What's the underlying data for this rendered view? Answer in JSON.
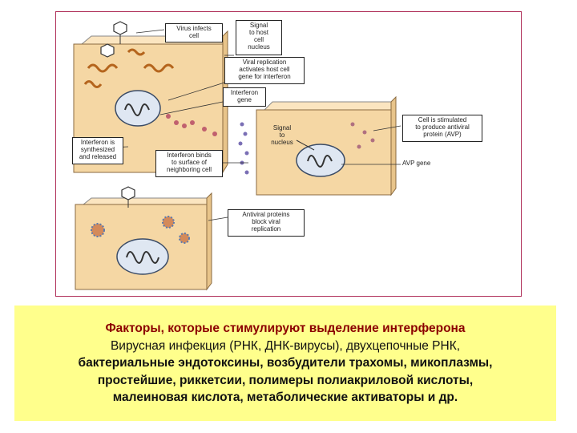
{
  "colors": {
    "frame_border": "#b0305a",
    "cell_fill": "#f5d7a4",
    "caption_bg": "#ffff8c",
    "title_text": "#8b0000"
  },
  "diagram": {
    "labels": {
      "virus_infects": "Virus infects\ncell",
      "signal_to_host": "Signal\nto host\ncell\nnucleus",
      "viral_replication": "Viral replication\nactivates host cell\ngene for interferon",
      "interferon_gene": "Interferon\ngene",
      "interferon_synthesized": "Interferon is\nsynthesized\nand released",
      "interferon_binds": "Interferon binds\nto surface of\nneighboring cell",
      "signal_to_nucleus": "Signal\nto\nnucleus",
      "cell_stimulated": "Cell is stimulated\nto produce antiviral\nprotein (AVP)",
      "avp_gene": "AVP gene",
      "antiviral_proteins": "Antiviral proteins\nblock viral\nreplication"
    }
  },
  "caption": {
    "title": "Факторы, которые  стимулируют  выделение интерферона",
    "line1": "Вирусная инфекция (РНК, ДНК-вирусы), двухцепочные РНК,",
    "line2": "бактериальные эндотоксины, возбудители трахомы, микоплазмы,",
    "line3": "простейшие, риккетсии, полимеры  полиакриловой кислоты,",
    "line4": "малеиновая кислота,  метаболические  активаторы и др."
  }
}
